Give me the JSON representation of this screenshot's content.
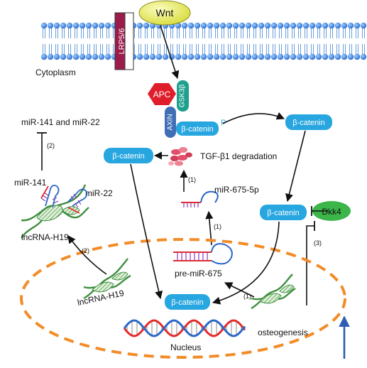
{
  "labels": {
    "wnt": "Wnt",
    "lrp": "LRP5/6",
    "cytoplasm": "Cytoplasm",
    "apc": "APC",
    "gsk": "GSK3β",
    "axin": "AXIN",
    "bcat": "β-catenin",
    "phospho": "P",
    "mir141_22": "miR-141 and miR-22",
    "mir141": "miR-141",
    "mir22": "miR-22",
    "h19_upper": "lncRNA-H19",
    "h19_lower": "lncRNA-H19",
    "tgf": "TGF-β1 degradation",
    "mir675_5p": "miR-675-5p",
    "pre_mir675": "pre-miR-675",
    "dkk4": "Dkk4",
    "osteogenesis": "osteogenesis",
    "nucleus": "Nucleus"
  },
  "steps": {
    "s2_top": "(2)",
    "s2_mid": "(2)",
    "s1_mir675": "(1)",
    "s1_pre": "(1)",
    "s1_h19": "(1)",
    "s3": "(3)"
  },
  "colors": {
    "membrane": "#3a7fd1",
    "wnt": "#eef06a",
    "lrp": "#9b1b4b",
    "apc": "#e01e2b",
    "gsk": "#1f9f8e",
    "axin": "#3f6fb4",
    "bcat": "#27a6df",
    "dkk4": "#3cb54a",
    "nucleus": "#f28c28",
    "dna_red": "#e32b2b",
    "dna_blue": "#2b67c6",
    "lnc_green": "#3f8f3f",
    "up_arrow": "#2e5db4",
    "tgf": "#e0506a"
  }
}
